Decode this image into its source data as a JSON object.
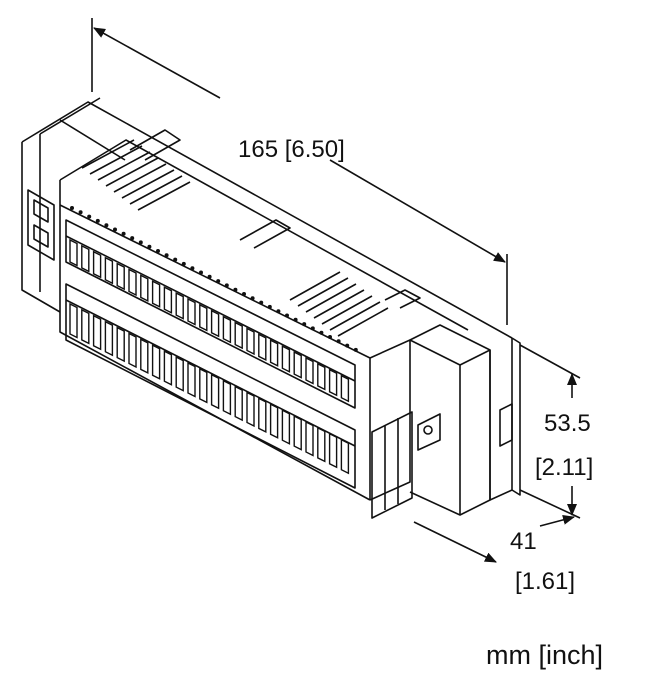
{
  "dimensions": {
    "length_mm": "165",
    "length_in": "[6.50]",
    "length_label": "165 [6.50]",
    "height_mm": "53.5",
    "height_in": "[2.11]",
    "depth_mm": "41",
    "depth_in": "[1.61]"
  },
  "units_note": "mm [inch]",
  "colors": {
    "line": "#111111",
    "background": "#ffffff"
  }
}
